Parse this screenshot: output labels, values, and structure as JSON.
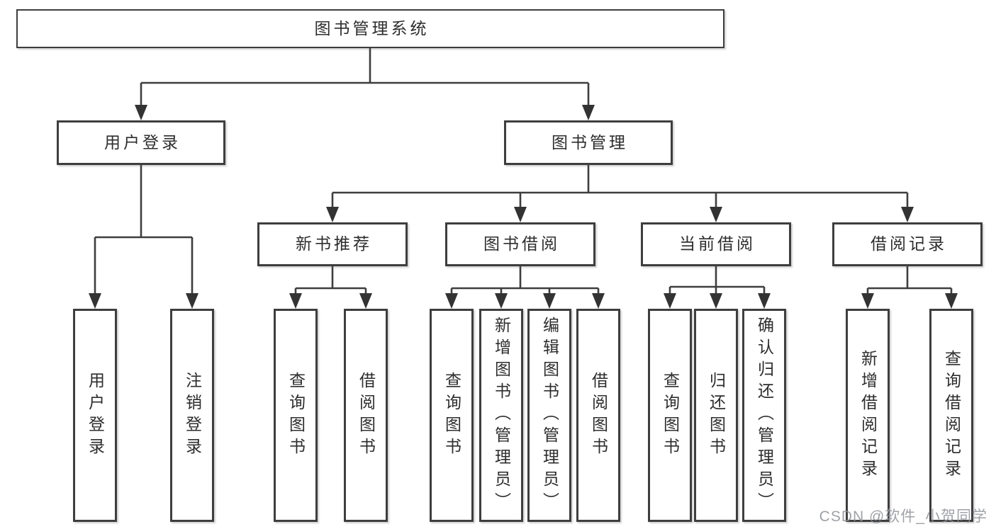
{
  "tree": {
    "label": "图书管理系统",
    "children": [
      {
        "label": "用户登录",
        "children": [
          {
            "label": "用户登录"
          },
          {
            "label": "注销登录"
          }
        ]
      },
      {
        "label": "图书管理",
        "children": [
          {
            "label": "新书推荐",
            "children": [
              {
                "label": "查询图书"
              },
              {
                "label": "借阅图书"
              }
            ]
          },
          {
            "label": "图书借阅",
            "children": [
              {
                "label": "查询图书"
              },
              {
                "label": "新增图书（管理员）"
              },
              {
                "label": "编辑图书（管理员）"
              },
              {
                "label": "借阅图书"
              }
            ]
          },
          {
            "label": "当前借阅",
            "children": [
              {
                "label": "查询图书"
              },
              {
                "label": "归还图书"
              },
              {
                "label": "确认归还（管理员）"
              }
            ]
          },
          {
            "label": "借阅记录",
            "children": [
              {
                "label": "新增借阅记录"
              },
              {
                "label": "查询借阅记录"
              }
            ]
          }
        ]
      }
    ]
  },
  "watermark": {
    "text": "CSDN @软件_小贺同学"
  },
  "colors": {
    "box_border": "#3e3e3e",
    "connector_line": "#3e3e3e",
    "arrow_fill": "#333333",
    "text": "#2d2d2d",
    "watermark": "#8e9298",
    "background": "#ffffff"
  }
}
